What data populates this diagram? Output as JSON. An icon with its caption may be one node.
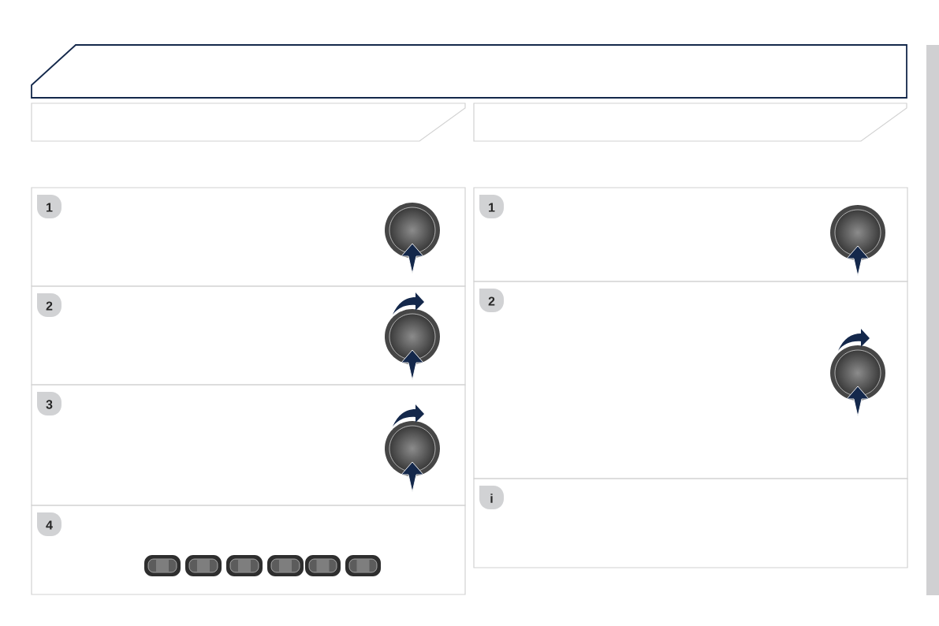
{
  "diagram": {
    "nodes": [
      {
        "text": [],
        "shape": "box"
      },
      {
        "text": [],
        "shape": "box"
      },
      {
        "text": [],
        "shape": "box"
      },
      {
        "text": [],
        "shape": "box"
      },
      {
        "text": [
          "1"
        ],
        "in": 3
      },
      {
        "text": [],
        "shape": "box"
      },
      {
        "text": [
          "2"
        ],
        "in": 5
      },
      {
        "text": [],
        "shape": "box"
      },
      {
        "text": [
          "3"
        ],
        "in": 7
      },
      {
        "text": [],
        "shape": "box"
      },
      {
        "text": [
          "4"
        ],
        "in": 9
      },
      {
        "text": [],
        "shape": "box"
      },
      {
        "text": [
          "1"
        ],
        "in": 11
      },
      {
        "text": [],
        "shape": "box"
      },
      {
        "text": [
          "2"
        ],
        "in": 13
      },
      {
        "text": [],
        "shape": "box"
      },
      {
        "text": [
          "i"
        ],
        "in": 15
      },
      {
        "text": [],
        "shape": "bar"
      }
    ]
  }
}
